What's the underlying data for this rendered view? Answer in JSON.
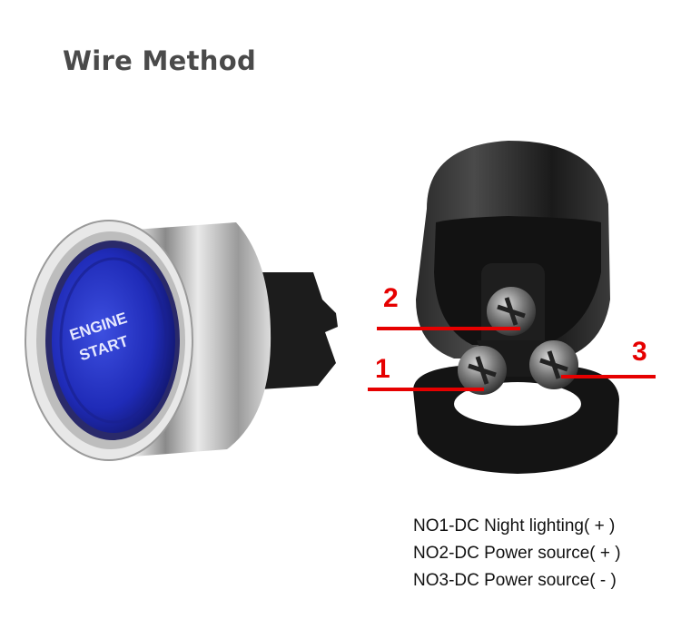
{
  "title": "Wire Method",
  "button_photo": {
    "label_line1": "ENGINE",
    "label_line2": "START",
    "lens_color": "#1f2bb8",
    "bezel_color": "#c8c8c8"
  },
  "terminal_photo": {
    "callouts": [
      {
        "number": "1"
      },
      {
        "number": "2"
      },
      {
        "number": "3"
      }
    ],
    "callout_color": "#e60000"
  },
  "legend": {
    "items": [
      {
        "text": "NO1-DC Night lighting( + )"
      },
      {
        "text": "NO2-DC Power source( + )"
      },
      {
        "text": "NO3-DC Power source( - )"
      }
    ]
  }
}
